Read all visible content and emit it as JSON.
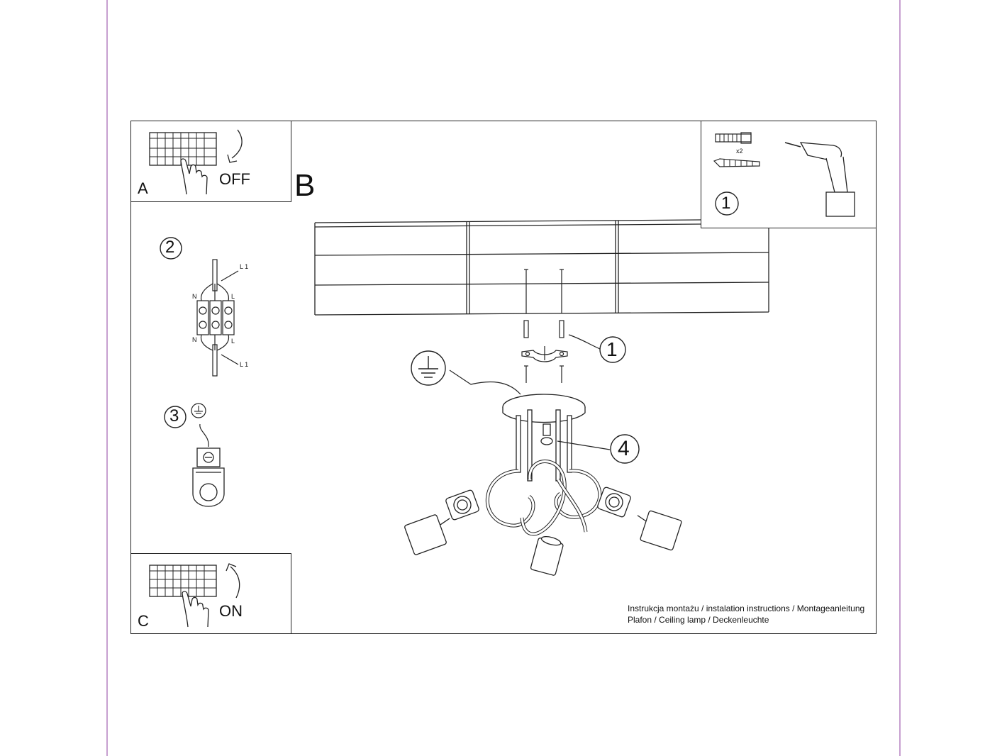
{
  "panels": {
    "a": {
      "letter": "A",
      "state": "OFF"
    },
    "b": {
      "letter": "B"
    },
    "c": {
      "letter": "C",
      "state": "ON"
    }
  },
  "tools": {
    "step": "1",
    "quantity": "x2"
  },
  "steps": {
    "one": "1",
    "two": "2",
    "three": "3",
    "four": "4"
  },
  "wiring": {
    "n_top": "N",
    "l_top": "L",
    "l1_top": "L 1",
    "n_bottom": "N",
    "l_bottom": "L",
    "l1_bottom": "L 1"
  },
  "footer": {
    "line1": "Instrukcja montażu / instalation instructions / Montageanleitung",
    "line2": "Plafon / Ceiling lamp / Deckenleuchte"
  }
}
